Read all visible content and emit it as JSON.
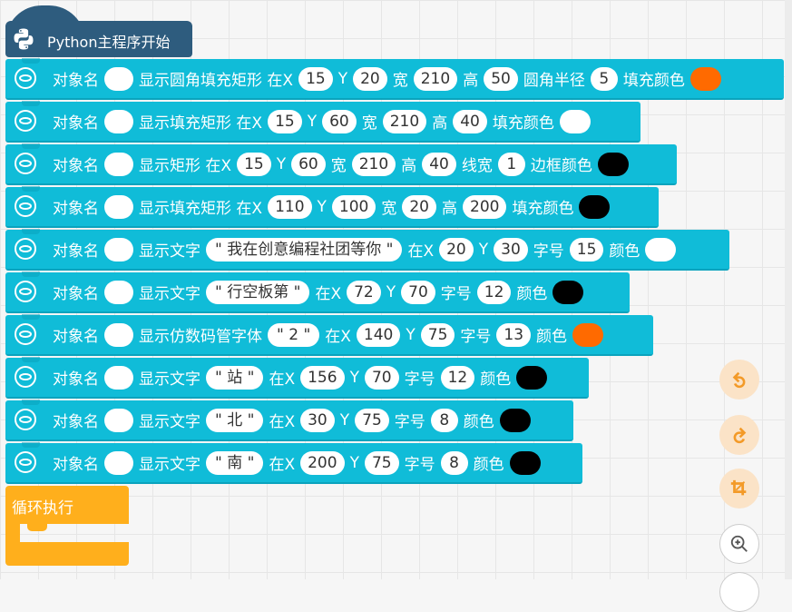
{
  "hat": {
    "label": "Python主程序开始",
    "icon": "python-icon"
  },
  "rows": [
    {
      "items": [
        {
          "k": "t",
          "v": "对象名"
        },
        {
          "k": "e"
        },
        {
          "k": "t",
          "v": "显示圆角填充矩形 在X"
        },
        {
          "k": "p",
          "v": "15"
        },
        {
          "k": "t",
          "v": "Y"
        },
        {
          "k": "p",
          "v": "20"
        },
        {
          "k": "t",
          "v": "宽"
        },
        {
          "k": "p",
          "v": "210"
        },
        {
          "k": "t",
          "v": "高"
        },
        {
          "k": "p",
          "v": "50"
        },
        {
          "k": "t",
          "v": "圆角半径"
        },
        {
          "k": "p",
          "v": "5"
        },
        {
          "k": "t",
          "v": "填充颜色"
        },
        {
          "k": "c",
          "v": "#ff6a00"
        }
      ]
    },
    {
      "items": [
        {
          "k": "t",
          "v": "对象名"
        },
        {
          "k": "e"
        },
        {
          "k": "t",
          "v": "显示填充矩形 在X"
        },
        {
          "k": "p",
          "v": "15"
        },
        {
          "k": "t",
          "v": "Y"
        },
        {
          "k": "p",
          "v": "60"
        },
        {
          "k": "t",
          "v": "宽"
        },
        {
          "k": "p",
          "v": "210"
        },
        {
          "k": "t",
          "v": "高"
        },
        {
          "k": "p",
          "v": "40"
        },
        {
          "k": "t",
          "v": "填充颜色"
        },
        {
          "k": "c",
          "v": "#ffffff"
        }
      ]
    },
    {
      "items": [
        {
          "k": "t",
          "v": "对象名"
        },
        {
          "k": "e"
        },
        {
          "k": "t",
          "v": "显示矩形 在X"
        },
        {
          "k": "p",
          "v": "15"
        },
        {
          "k": "t",
          "v": "Y"
        },
        {
          "k": "p",
          "v": "60"
        },
        {
          "k": "t",
          "v": "宽"
        },
        {
          "k": "p",
          "v": "210"
        },
        {
          "k": "t",
          "v": "高"
        },
        {
          "k": "p",
          "v": "40"
        },
        {
          "k": "t",
          "v": "线宽"
        },
        {
          "k": "p",
          "v": "1"
        },
        {
          "k": "t",
          "v": "边框颜色"
        },
        {
          "k": "c",
          "v": "#000000"
        }
      ]
    },
    {
      "items": [
        {
          "k": "t",
          "v": "对象名"
        },
        {
          "k": "e"
        },
        {
          "k": "t",
          "v": "显示填充矩形 在X"
        },
        {
          "k": "p",
          "v": "110"
        },
        {
          "k": "t",
          "v": "Y"
        },
        {
          "k": "p",
          "v": "100"
        },
        {
          "k": "t",
          "v": "宽"
        },
        {
          "k": "p",
          "v": "20"
        },
        {
          "k": "t",
          "v": "高"
        },
        {
          "k": "p",
          "v": "200"
        },
        {
          "k": "t",
          "v": "填充颜色"
        },
        {
          "k": "c",
          "v": "#000000"
        }
      ]
    },
    {
      "items": [
        {
          "k": "t",
          "v": "对象名"
        },
        {
          "k": "e"
        },
        {
          "k": "t",
          "v": "显示文字"
        },
        {
          "k": "s",
          "v": "\" 我在创意编程社团等你 \""
        },
        {
          "k": "t",
          "v": "在X"
        },
        {
          "k": "p",
          "v": "20"
        },
        {
          "k": "t",
          "v": "Y"
        },
        {
          "k": "p",
          "v": "30"
        },
        {
          "k": "t",
          "v": "字号"
        },
        {
          "k": "p",
          "v": "15"
        },
        {
          "k": "t",
          "v": "颜色"
        },
        {
          "k": "c",
          "v": "#ffffff"
        }
      ]
    },
    {
      "items": [
        {
          "k": "t",
          "v": "对象名"
        },
        {
          "k": "e"
        },
        {
          "k": "t",
          "v": "显示文字"
        },
        {
          "k": "s",
          "v": "\" 行空板第 \""
        },
        {
          "k": "t",
          "v": "在X"
        },
        {
          "k": "p",
          "v": "72"
        },
        {
          "k": "t",
          "v": "Y"
        },
        {
          "k": "p",
          "v": "70"
        },
        {
          "k": "t",
          "v": "字号"
        },
        {
          "k": "p",
          "v": "12"
        },
        {
          "k": "t",
          "v": "颜色"
        },
        {
          "k": "c",
          "v": "#000000"
        }
      ]
    },
    {
      "items": [
        {
          "k": "t",
          "v": "对象名"
        },
        {
          "k": "e"
        },
        {
          "k": "t",
          "v": "显示仿数码管字体"
        },
        {
          "k": "s",
          "v": "\" 2 \""
        },
        {
          "k": "t",
          "v": "在X"
        },
        {
          "k": "p",
          "v": "140"
        },
        {
          "k": "t",
          "v": "Y"
        },
        {
          "k": "p",
          "v": "75"
        },
        {
          "k": "t",
          "v": "字号"
        },
        {
          "k": "p",
          "v": "13"
        },
        {
          "k": "t",
          "v": "颜色"
        },
        {
          "k": "c",
          "v": "#ff6a00"
        }
      ]
    },
    {
      "items": [
        {
          "k": "t",
          "v": "对象名"
        },
        {
          "k": "e"
        },
        {
          "k": "t",
          "v": "显示文字"
        },
        {
          "k": "s",
          "v": "\" 站 \""
        },
        {
          "k": "t",
          "v": "在X"
        },
        {
          "k": "p",
          "v": "156"
        },
        {
          "k": "t",
          "v": "Y"
        },
        {
          "k": "p",
          "v": "70"
        },
        {
          "k": "t",
          "v": "字号"
        },
        {
          "k": "p",
          "v": "12"
        },
        {
          "k": "t",
          "v": "颜色"
        },
        {
          "k": "c",
          "v": "#000000"
        }
      ]
    },
    {
      "items": [
        {
          "k": "t",
          "v": "对象名"
        },
        {
          "k": "e"
        },
        {
          "k": "t",
          "v": "显示文字"
        },
        {
          "k": "s",
          "v": "\" 北 \""
        },
        {
          "k": "t",
          "v": "在X"
        },
        {
          "k": "p",
          "v": "30"
        },
        {
          "k": "t",
          "v": "Y"
        },
        {
          "k": "p",
          "v": "75"
        },
        {
          "k": "t",
          "v": "字号"
        },
        {
          "k": "p",
          "v": "8"
        },
        {
          "k": "t",
          "v": "颜色"
        },
        {
          "k": "c",
          "v": "#000000"
        }
      ]
    },
    {
      "items": [
        {
          "k": "t",
          "v": "对象名"
        },
        {
          "k": "e"
        },
        {
          "k": "t",
          "v": "显示文字"
        },
        {
          "k": "s",
          "v": "\" 南 \""
        },
        {
          "k": "t",
          "v": "在X"
        },
        {
          "k": "p",
          "v": "200"
        },
        {
          "k": "t",
          "v": "Y"
        },
        {
          "k": "p",
          "v": "75"
        },
        {
          "k": "t",
          "v": "字号"
        },
        {
          "k": "p",
          "v": "8"
        },
        {
          "k": "t",
          "v": "颜色"
        },
        {
          "k": "c",
          "v": "#000000"
        }
      ]
    }
  ],
  "loop": {
    "label": "循环执行"
  },
  "tools": [
    {
      "name": "undo-icon"
    },
    {
      "name": "redo-icon"
    },
    {
      "name": "crop-icon"
    },
    {
      "name": "zoom-in-icon"
    }
  ],
  "colors": {
    "block": "#10bcd8",
    "hat": "#2e5c7e",
    "loop": "#ffaf1c",
    "tool_accent": "#f39a28"
  }
}
